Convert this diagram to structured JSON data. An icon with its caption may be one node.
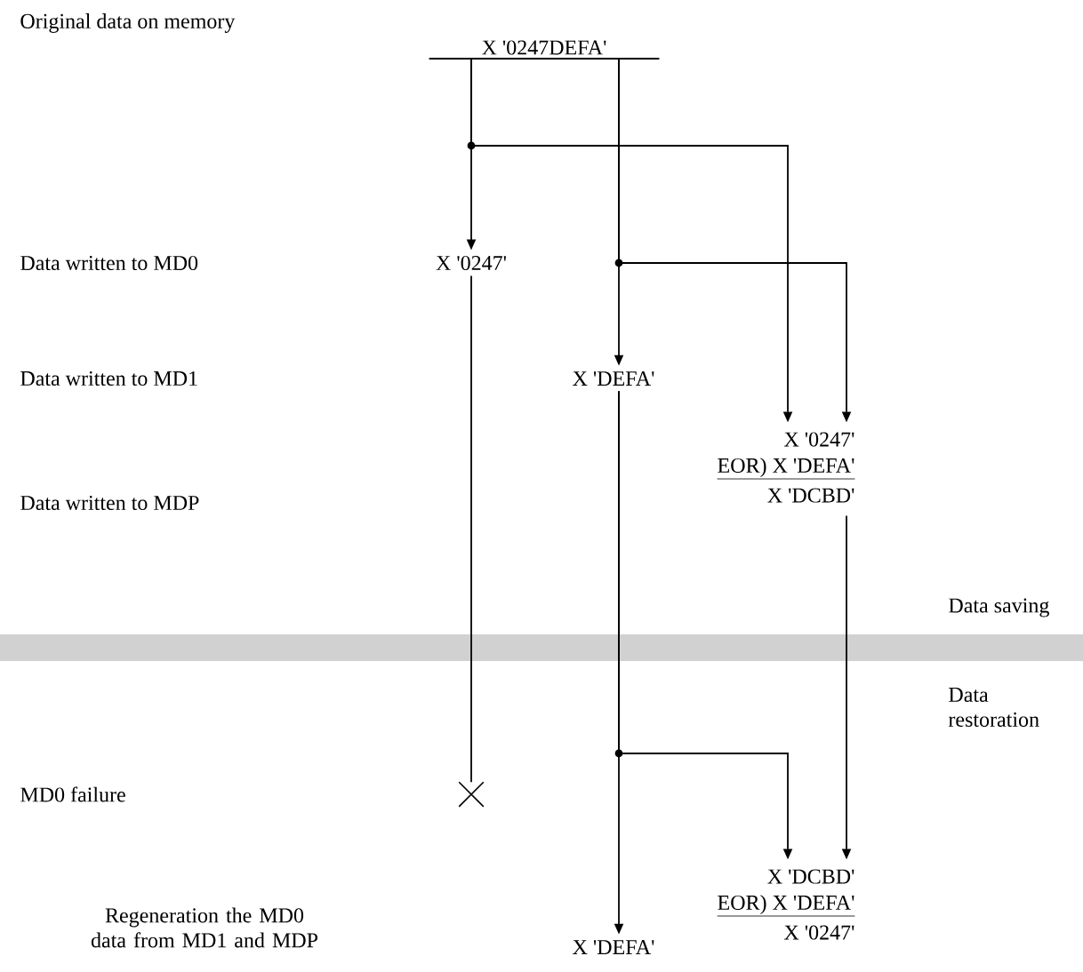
{
  "diagram": {
    "nodes": [
      {
        "text": [
          "X '0247DEFA'"
        ]
      },
      {
        "text": [
          "X '0247'"
        ]
      },
      {
        "text": [
          "X 'DEFA'"
        ]
      },
      {
        "text": [
          "X '0247'",
          "EOR) X 'DEFA'",
          "X 'DCBD'"
        ]
      },
      {
        "text": [],
        "shape": "cross"
      },
      {
        "text": [
          "X 'DCBD'",
          "EOR) X 'DEFA'",
          "X '0247'"
        ]
      },
      {
        "text": [
          "X 'DEFA'"
        ]
      }
    ],
    "edges": [
      {
        "from": 0,
        "to": 1,
        "arrow": "to"
      },
      {
        "from": 0,
        "to": 3,
        "arrow": "to"
      },
      {
        "from": 0,
        "to": 2,
        "arrow": "to"
      },
      {
        "from": 0,
        "to": 3,
        "arrow": "to"
      },
      {
        "from": 1,
        "to": 4,
        "arrow": "none"
      },
      {
        "from": 3,
        "to": 5,
        "arrow": "to"
      },
      {
        "from": 2,
        "to": 6,
        "arrow": "to"
      },
      {
        "from": 2,
        "to": 5,
        "arrow": "to"
      }
    ],
    "labels": [
      "Original data on memory",
      "Data written to MD0",
      "Data written to MD1",
      "Data written to MDP",
      "Data saving",
      "Data restoration",
      "MD0 failure",
      "Regeneration the MD0 data from MD1 and MDP"
    ]
  }
}
